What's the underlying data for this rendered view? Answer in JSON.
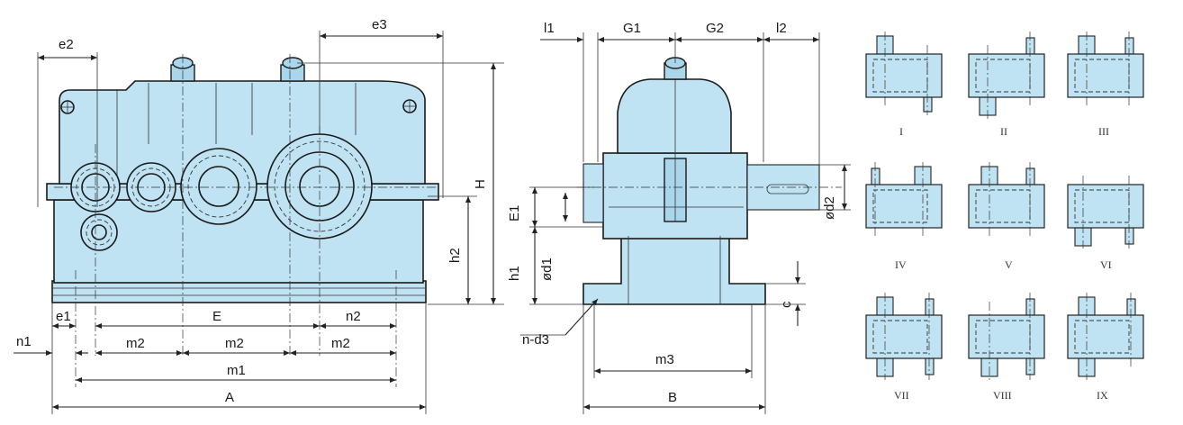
{
  "front_view": {
    "dims": {
      "e2": "e2",
      "e3": "e3",
      "H": "H",
      "h2": "h2",
      "e1": "e1",
      "E": "E",
      "n2": "n2",
      "n1": "n1",
      "m2_a": "m2",
      "m2_b": "m2",
      "m2_c": "m2",
      "m1": "m1",
      "A": "A"
    }
  },
  "side_view": {
    "dims": {
      "l1": "l1",
      "G1": "G1",
      "G2": "G2",
      "l2": "l2",
      "E1": "E1",
      "h1": "h1",
      "d1": "ød1",
      "d2": "ød2",
      "c": "c",
      "nd3": "n-d3",
      "m3": "m3",
      "B": "B"
    }
  },
  "arrangements": {
    "labels": [
      "I",
      "II",
      "III",
      "IV",
      "V",
      "VI",
      "VII",
      "VIII",
      "IX"
    ]
  },
  "colors": {
    "housing_fill": "#bfe3f3",
    "line": "#1a1a1a"
  }
}
